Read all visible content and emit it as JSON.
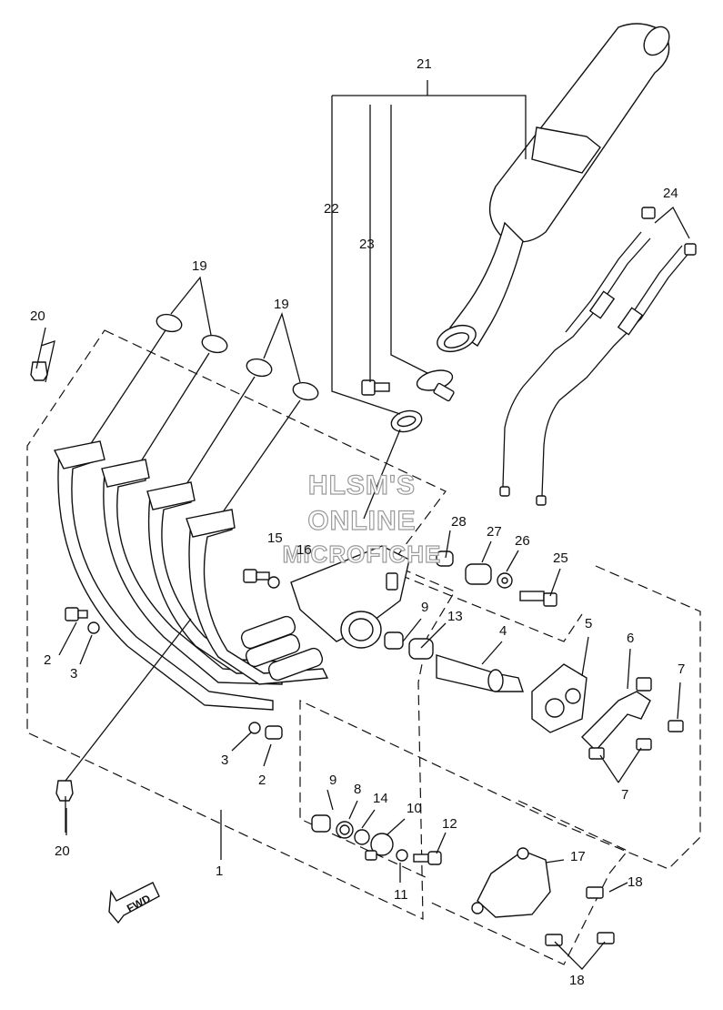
{
  "watermark": {
    "line1": "HLSM'S",
    "line2": "ONLINE",
    "line3": "MICROFICHE"
  },
  "direction_badge": "FWD",
  "callouts": [
    {
      "id": "c-1",
      "text": "1"
    },
    {
      "id": "c-2a",
      "text": "2"
    },
    {
      "id": "c-2b",
      "text": "2"
    },
    {
      "id": "c-3a",
      "text": "3"
    },
    {
      "id": "c-3b",
      "text": "3"
    },
    {
      "id": "c-4",
      "text": "4"
    },
    {
      "id": "c-5",
      "text": "5"
    },
    {
      "id": "c-6",
      "text": "6"
    },
    {
      "id": "c-7a",
      "text": "7"
    },
    {
      "id": "c-7b",
      "text": "7"
    },
    {
      "id": "c-8",
      "text": "8"
    },
    {
      "id": "c-9a",
      "text": "9"
    },
    {
      "id": "c-9b",
      "text": "9"
    },
    {
      "id": "c-10",
      "text": "10"
    },
    {
      "id": "c-11",
      "text": "11"
    },
    {
      "id": "c-12",
      "text": "12"
    },
    {
      "id": "c-13",
      "text": "13"
    },
    {
      "id": "c-14",
      "text": "14"
    },
    {
      "id": "c-15",
      "text": "15"
    },
    {
      "id": "c-16",
      "text": "16"
    },
    {
      "id": "c-17",
      "text": "17"
    },
    {
      "id": "c-18a",
      "text": "18"
    },
    {
      "id": "c-18b",
      "text": "18"
    },
    {
      "id": "c-19a",
      "text": "19"
    },
    {
      "id": "c-19b",
      "text": "19"
    },
    {
      "id": "c-20a",
      "text": "20"
    },
    {
      "id": "c-20b",
      "text": "20"
    },
    {
      "id": "c-21",
      "text": "21"
    },
    {
      "id": "c-22",
      "text": "22"
    },
    {
      "id": "c-23",
      "text": "23"
    },
    {
      "id": "c-24",
      "text": "24"
    },
    {
      "id": "c-25",
      "text": "25"
    },
    {
      "id": "c-26",
      "text": "26"
    },
    {
      "id": "c-27",
      "text": "27"
    },
    {
      "id": "c-28",
      "text": "28"
    }
  ]
}
